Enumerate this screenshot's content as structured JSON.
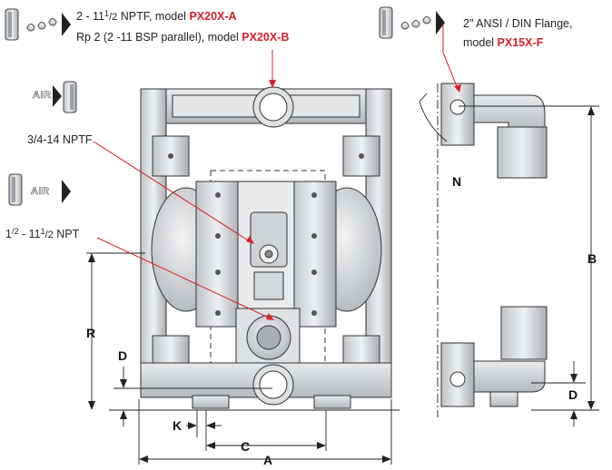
{
  "labels": {
    "fluid_npt_prefix": "2 - 11",
    "fluid_npt_sup": "1",
    "fluid_npt_sub": "/2",
    "fluid_npt_suffix": " NPTF, model ",
    "fluid_npt_model": "PX20X-A",
    "fluid_bsp_text": "Rp 2 (2 -11 BSP parallel), model ",
    "fluid_bsp_model": "PX20X-B",
    "flange_line1": "2\" ANSI / DIN Flange,",
    "flange_line2": "model ",
    "flange_model": "PX15X-F",
    "air_inlet": "3/4-14 NPTF",
    "air_exhaust_sup1": "1",
    "air_exhaust_sub1": "/2",
    "air_exhaust_mid": " - 11",
    "air_exhaust_sup2": "1",
    "air_exhaust_sub2": "/2",
    "air_exhaust_suffix": " NPT",
    "air_badge": "AIR"
  },
  "dimensions": {
    "a": "A",
    "b": "B",
    "c": "C",
    "d_left": "D",
    "d_right": "D",
    "k": "K",
    "r": "R",
    "n": "N"
  },
  "icons": {
    "fluid_outlet": "fluid-port-drops-icon",
    "flange_outlet": "fluid-port-drops-icon",
    "air_in": "air-inlet-icon",
    "air_out": "air-exhaust-icon"
  },
  "colors": {
    "model_red": "#d92027",
    "line": "#222222",
    "pump_fill": "#d9dcdf"
  }
}
